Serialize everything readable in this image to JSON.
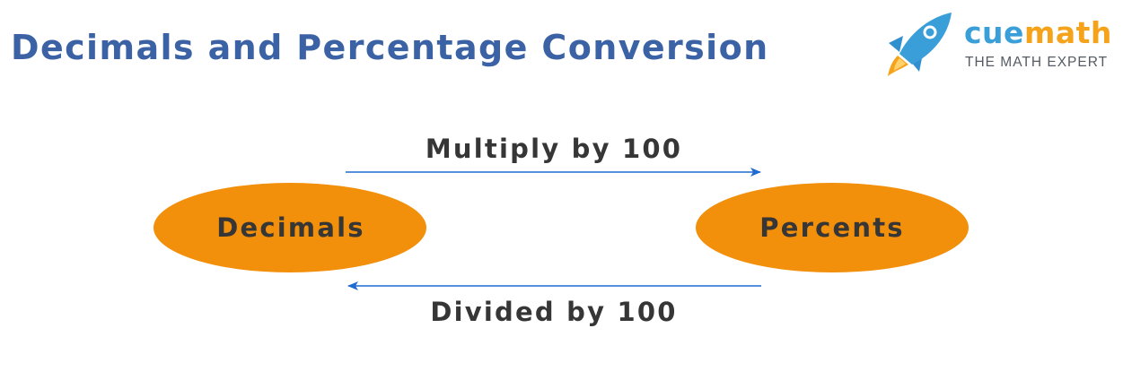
{
  "title": "Decimals and Percentage Conversion",
  "logo": {
    "word_part1": "cue",
    "word_part2": "math",
    "tagline": "THE MATH EXPERT"
  },
  "nodes": {
    "left": "Decimals",
    "right": "Percents"
  },
  "edges": {
    "top": "Multiply by 100",
    "bottom": "Divided by 100"
  },
  "colors": {
    "title": "#3c62a6",
    "node_fill": "#f28f0b",
    "node_text": "#363636",
    "edge_text": "#363636",
    "arrow": "#1f6bd2",
    "logo_blue": "#3a9fd8",
    "logo_orange": "#f6a31c",
    "tagline": "#555b63"
  }
}
